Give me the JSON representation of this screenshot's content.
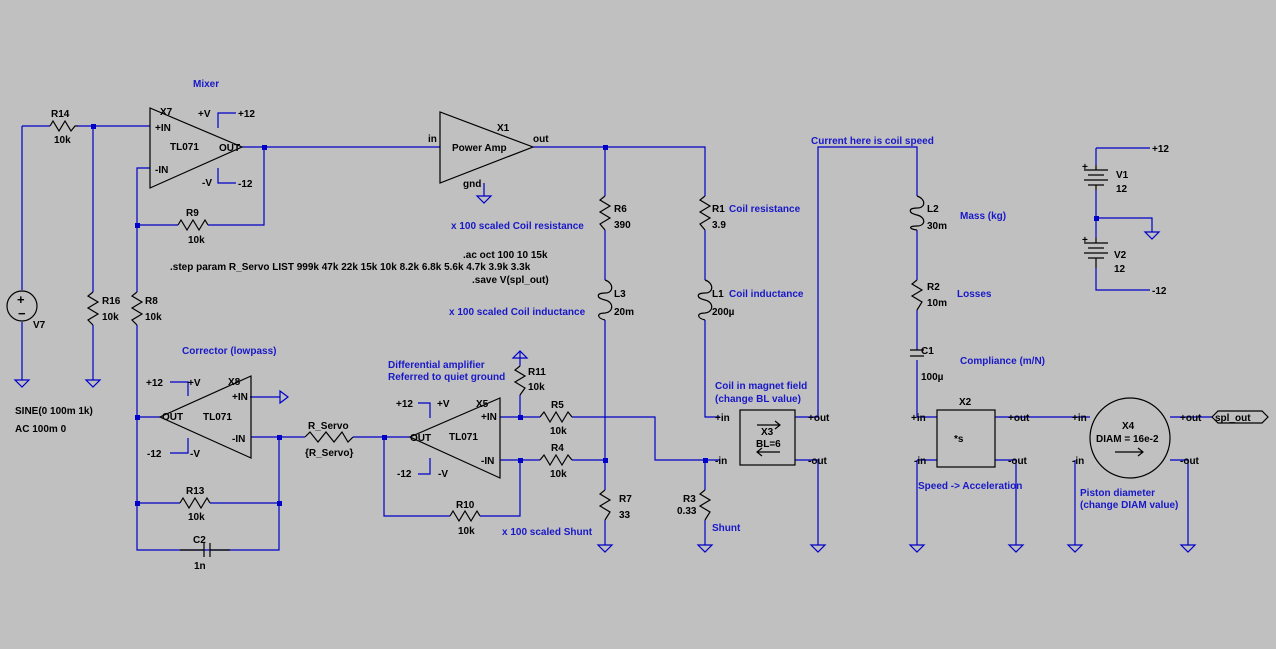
{
  "labels": {
    "mixer": "Mixer",
    "current_here": "Current here is coil speed",
    "x100_coil_res": "x 100 scaled Coil resistance",
    "x100_coil_ind": "x 100 scaled Coil inductance",
    "x100_shunt": "x 100 scaled Shunt",
    "coil_resistance": "Coil resistance",
    "coil_inductance": "Coil inductance",
    "mass": "Mass (kg)",
    "losses": "Losses",
    "compliance": "Compliance (m/N)",
    "corrector": "Corrector (lowpass)",
    "diff_amp_1": "Differential amplifier",
    "diff_amp_2": "Referred to quiet ground",
    "coil_magnet_1": "Coil in magnet field",
    "coil_magnet_2": "(change BL value)",
    "speed_accel": "Speed -> Acceleration",
    "piston_1": "Piston diameter",
    "piston_2": "(change DIAM value)",
    "shunt": "Shunt"
  },
  "directives": {
    "ac": ".ac oct 100 10 15k",
    "step": ".step param R_Servo LIST 999k 47k 22k 15k 10k 8.2k 6.8k 5.6k 4.7k 3.9k 3.3k",
    "save": ".save V(spl_out)"
  },
  "source": {
    "name": "V7",
    "sine": "SINE(0 100m 1k)",
    "ac": "AC 100m 0"
  },
  "components": {
    "R14": {
      "name": "R14",
      "value": "10k"
    },
    "R16": {
      "name": "R16",
      "value": "10k"
    },
    "R8": {
      "name": "R8",
      "value": "10k"
    },
    "R9": {
      "name": "R9",
      "value": "10k"
    },
    "R13": {
      "name": "R13",
      "value": "10k"
    },
    "C2": {
      "name": "C2",
      "value": "1n"
    },
    "R_Servo": {
      "name": "R_Servo",
      "value": "{R_Servo}"
    },
    "R10": {
      "name": "R10",
      "value": "10k"
    },
    "R11": {
      "name": "R11",
      "value": "10k"
    },
    "R5": {
      "name": "R5",
      "value": "10k"
    },
    "R4": {
      "name": "R4",
      "value": "10k"
    },
    "R6": {
      "name": "R6",
      "value": "390"
    },
    "L3": {
      "name": "L3",
      "value": "20m"
    },
    "R7": {
      "name": "R7",
      "value": "33"
    },
    "R1": {
      "name": "R1",
      "value": "3.9"
    },
    "L1": {
      "name": "L1",
      "value": "200µ"
    },
    "R3": {
      "name": "R3",
      "value": "0.33"
    },
    "L2": {
      "name": "L2",
      "value": "30m"
    },
    "R2": {
      "name": "R2",
      "value": "10m"
    },
    "C1": {
      "name": "C1",
      "value": "100µ"
    },
    "V1": {
      "name": "V1",
      "value": "12"
    },
    "V2": {
      "name": "V2",
      "value": "12"
    }
  },
  "opamps": {
    "X7": {
      "name": "X7",
      "model": "TL071"
    },
    "X8": {
      "name": "X8",
      "model": "TL071"
    },
    "X5": {
      "name": "X5",
      "model": "TL071"
    }
  },
  "pins": {
    "plus_v": "+V",
    "minus_v": "-V",
    "plus_in": "+IN",
    "minus_in": "-IN",
    "out": "OUT",
    "in_lower": "in",
    "out_lower": "out",
    "gnd": "gnd",
    "plus_in_l": "+in",
    "minus_in_l": "-in",
    "plus_out_l": "+out",
    "minus_out_l": "-out"
  },
  "nets": {
    "p12": "+12",
    "m12": "-12",
    "spl_out": "spl_out"
  },
  "blocks": {
    "X1": {
      "name": "X1",
      "label": "Power Amp"
    },
    "X3": {
      "name": "X3",
      "label": "BL=6"
    },
    "X2": {
      "name": "X2",
      "label": "*s"
    },
    "X4": {
      "name": "X4",
      "label": "DIAM = 16e-2"
    }
  }
}
